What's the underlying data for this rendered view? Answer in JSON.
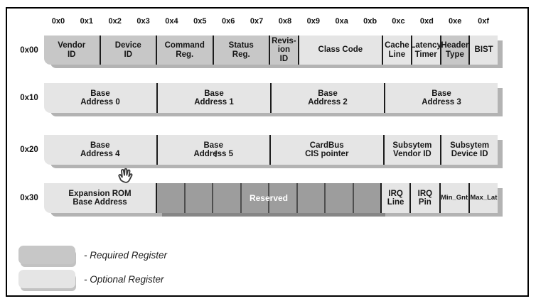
{
  "diagram": {
    "column_headers": [
      "0x0",
      "0x1",
      "0x2",
      "0x3",
      "0x4",
      "0x5",
      "0x6",
      "0x7",
      "0x8",
      "0x9",
      "0xa",
      "0xb",
      "0xc",
      "0xd",
      "0xe",
      "0xf"
    ],
    "rows": [
      {
        "label": "0x00",
        "cells": [
          {
            "lines": [
              "Vendor",
              "ID"
            ],
            "bytes": 2,
            "kind": "required"
          },
          {
            "lines": [
              "Device",
              "ID"
            ],
            "bytes": 2,
            "kind": "required"
          },
          {
            "lines": [
              "Command",
              "Reg."
            ],
            "bytes": 2,
            "kind": "required"
          },
          {
            "lines": [
              "Status",
              "Reg."
            ],
            "bytes": 2,
            "kind": "required"
          },
          {
            "lines": [
              "Revis-",
              "ion",
              "ID"
            ],
            "bytes": 1,
            "kind": "required"
          },
          {
            "lines": [
              "Class Code"
            ],
            "bytes": 3,
            "kind": "optional"
          },
          {
            "lines": [
              "Cache",
              "Line"
            ],
            "bytes": 1,
            "kind": "optional"
          },
          {
            "lines": [
              "Latency",
              "Timer"
            ],
            "bytes": 1,
            "kind": "optional"
          },
          {
            "lines": [
              "Header",
              "Type"
            ],
            "bytes": 1,
            "kind": "required"
          },
          {
            "lines": [
              "BIST"
            ],
            "bytes": 1,
            "kind": "optional"
          }
        ]
      },
      {
        "label": "0x10",
        "cells": [
          {
            "lines": [
              "Base",
              "Address 0"
            ],
            "bytes": 4,
            "kind": "optional"
          },
          {
            "lines": [
              "Base",
              "Address 1"
            ],
            "bytes": 4,
            "kind": "optional"
          },
          {
            "lines": [
              "Base",
              "Address 2"
            ],
            "bytes": 4,
            "kind": "optional"
          },
          {
            "lines": [
              "Base",
              "Address 3"
            ],
            "bytes": 4,
            "kind": "optional"
          }
        ]
      },
      {
        "label": "0x20",
        "cells": [
          {
            "lines": [
              "Base",
              "Address 4"
            ],
            "bytes": 4,
            "kind": "optional"
          },
          {
            "lines": [
              "Base",
              "Address 5"
            ],
            "bytes": 4,
            "kind": "optional"
          },
          {
            "lines": [
              "CardBus",
              "CIS pointer"
            ],
            "bytes": 4,
            "kind": "optional"
          },
          {
            "lines": [
              "Subsytem",
              "Vendor ID"
            ],
            "bytes": 2,
            "kind": "optional"
          },
          {
            "lines": [
              "Subsytem",
              "Device ID"
            ],
            "bytes": 2,
            "kind": "optional"
          }
        ]
      },
      {
        "label": "0x30",
        "cells": [
          {
            "lines": [
              "Expansion ROM",
              "Base Address"
            ],
            "bytes": 4,
            "kind": "optional"
          },
          {
            "lines": [
              "Reserved"
            ],
            "bytes": 8,
            "kind": "reserved",
            "subcells": 8
          },
          {
            "lines": [
              "IRQ",
              "Line"
            ],
            "bytes": 1,
            "kind": "optional"
          },
          {
            "lines": [
              "IRQ",
              "Pin"
            ],
            "bytes": 1,
            "kind": "optional"
          },
          {
            "lines": [
              "Min_Gnt"
            ],
            "bytes": 1,
            "kind": "optional",
            "small": true
          },
          {
            "lines": [
              "Max_Lat"
            ],
            "bytes": 1,
            "kind": "optional",
            "small": true
          }
        ]
      }
    ],
    "legend": [
      {
        "kind": "required",
        "label": "- Required Register"
      },
      {
        "kind": "optional",
        "label": "- Optional Register"
      }
    ],
    "colors": {
      "required": "#c7c7c7",
      "optional": "#e5e5e5",
      "reserved": "#9d9d9d",
      "row_shadow": "#b3b3b3",
      "reserved_shadow": "#868686",
      "divider": "#1c1c1c",
      "frame": "#000000"
    },
    "cursor": "hand-tool"
  }
}
